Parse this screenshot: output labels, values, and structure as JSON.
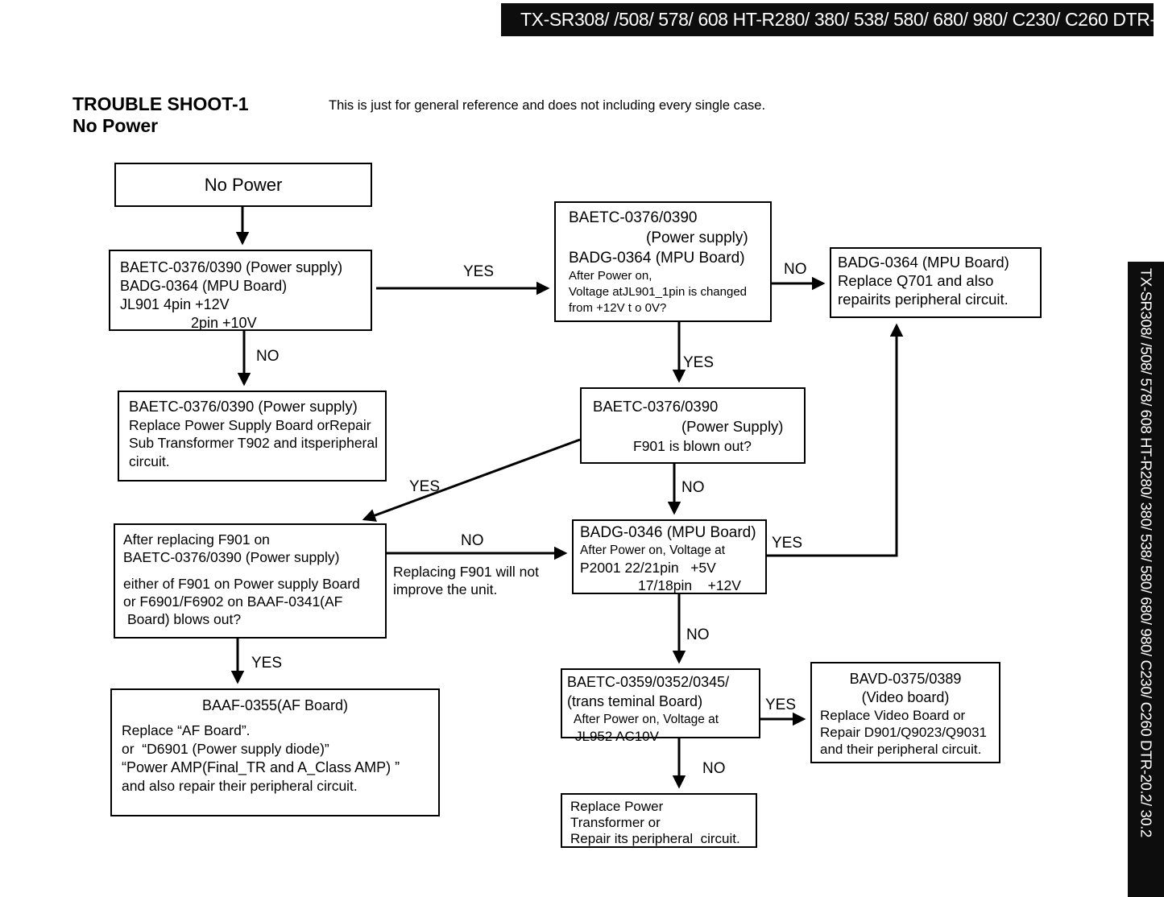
{
  "header": {
    "models": "TX-SR308/ /508/ 578/ 608  HT-R280/ 380/ 538/ 580/ 680/ 980/ C230/ C260  DTR-20.2/ 30.2",
    "title": "TROUBLE SHOOT-1",
    "subtitle": "No Power",
    "note": "This is just for general reference and does not including every single case."
  },
  "labels": {
    "yes": "YES",
    "no": "NO"
  },
  "colors": {
    "bar_bg": "#0d0d0d",
    "ink": "#000000"
  },
  "boxes": {
    "start": {
      "l1": "No Power"
    },
    "check_jl901": {
      "l1": "BAETC-0376/0390 (Power supply)",
      "l2": "BADG-0364 (MPU Board)",
      "l3": "JL901 4pin +12V",
      "l4": "2pin +10V"
    },
    "check_1pin": {
      "l1": "BAETC-0376/0390",
      "l2": "(Power supply)",
      "l3": "BADG-0364 (MPU Board)",
      "l4": "After Power on,",
      "l5": "Voltage atJL901_1pin is changed",
      "l6": "from +12V t o 0V?"
    },
    "replace_q701": {
      "l1": "BADG-0364 (MPU Board)",
      "l2": "Replace Q701 and also",
      "l3": "repairits peripheral circuit."
    },
    "replace_psu": {
      "l1": "BAETC-0376/0390 (Power supply)",
      "l2": "Replace Power Supply Board orRepair",
      "l3": "Sub Transformer T902 and itsperipheral",
      "l4": "circuit."
    },
    "check_f901": {
      "l1": "BAETC-0376/0390",
      "l2": "(Power Supply)",
      "l3": "F901 is blown out?"
    },
    "after_f901": {
      "l1": "After replacing F901 on",
      "l2": "BAETC-0376/0390 (Power supply)",
      "l3": "either of F901 on Power supply Board",
      "l4": "or F6901/F6902 on BAAF-0341(AF",
      "l5": "Board) blows out?"
    },
    "check_p2001": {
      "l1": "BADG-0346 (MPU Board)",
      "l2": "After Power on, Voltage at",
      "l3": "P2001 22/21pin   +5V",
      "l4": "17/18pin    +12V"
    },
    "note_f901": {
      "l1": "Replacing F901 will not",
      "l2": "improve the unit."
    },
    "replace_af": {
      "l1": "BAAF-0355(AF Board)",
      "l2": "Replace “AF Board”.",
      "l3": "or  “D6901 (Power supply diode)”",
      "l4": "“Power AMP(Final_TR and A_Class AMP) ”",
      "l5": "and also repair their peripheral circuit."
    },
    "check_jl952": {
      "l1": "BAETC-0359/0352/0345/",
      "l2": "(trans teminal Board)",
      "l3": "After Power on, Voltage at",
      "l4": "JL952 AC10V"
    },
    "replace_video": {
      "l1": "BAVD-0375/0389",
      "l2": "(Video board)",
      "l3": "Replace Video Board or",
      "l4": "Repair D901/Q9023/Q9031",
      "l5": "and their peripheral circuit."
    },
    "replace_xfmr": {
      "l1": "Replace Power",
      "l2": "Transformer or",
      "l3": "Repair its peripheral  circuit."
    }
  }
}
